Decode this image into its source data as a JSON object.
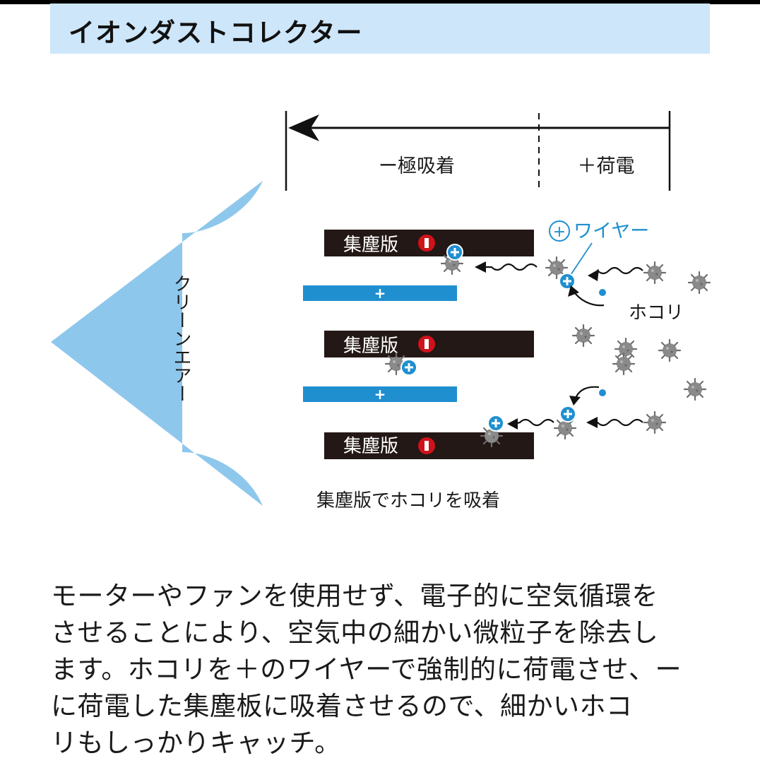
{
  "header": {
    "title": "イオンダストコレクター"
  },
  "diagram": {
    "zone_negative": "ー極吸着",
    "zone_positive": "＋荷電",
    "clean_air": "クリーンエアー",
    "plate_label": "集塵版",
    "positive_sign": "+",
    "wire_label": "ワイヤー",
    "wire_symbol": "+",
    "dust_label": "ホコリ",
    "caption": "集塵版でホコリを吸着",
    "colors": {
      "accent_blue": "#1f8fd0",
      "air_blue": "#8ec7ec",
      "plate_dark": "#231815",
      "negative_red": "#d0121b",
      "dust_gray": "#8a8a8a",
      "header_bg": "#cde6f9"
    }
  },
  "description": {
    "lines": [
      "モーターやファンを使用せず、電子的に空気循環を",
      "させることにより、空気中の細かい微粒子を除去し",
      "ます。ホコリを＋のワイヤーで強制的に荷電させ、ー",
      "に荷電した集塵板に吸着させるので、細かいホコ",
      "リもしっかりキャッチ。"
    ]
  }
}
